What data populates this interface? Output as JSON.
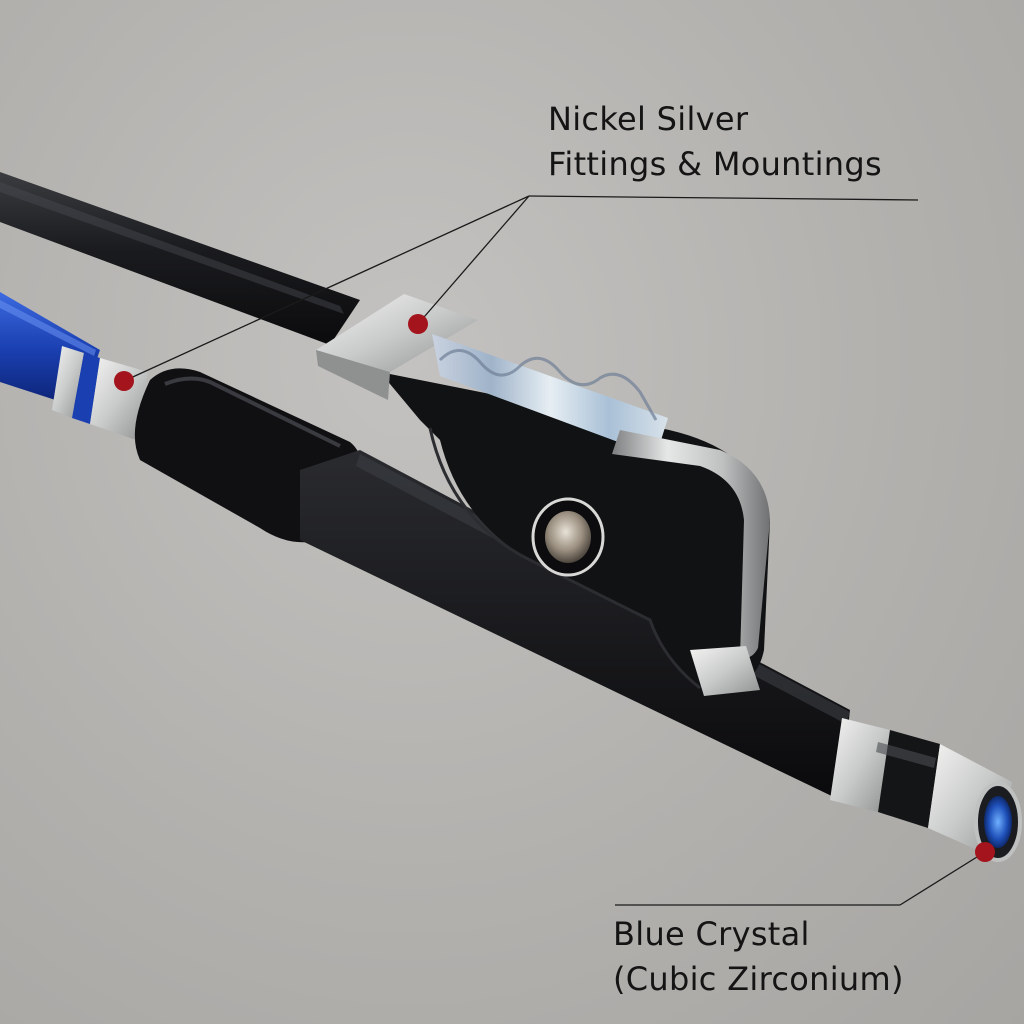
{
  "callouts": {
    "fittings": {
      "line1": "Nickel Silver",
      "line2": "Fittings & Mountings"
    },
    "crystal": {
      "line1": "Blue Crystal",
      "line2": "(Cubic Zirconium)"
    }
  },
  "colors": {
    "background": "#b3b1ae",
    "stick": "#141517",
    "grip_blue": "#1a3fb0",
    "nickel_silver": "#d6d8d8",
    "marker_dot": "#a3141c",
    "label_text": "#141414"
  }
}
